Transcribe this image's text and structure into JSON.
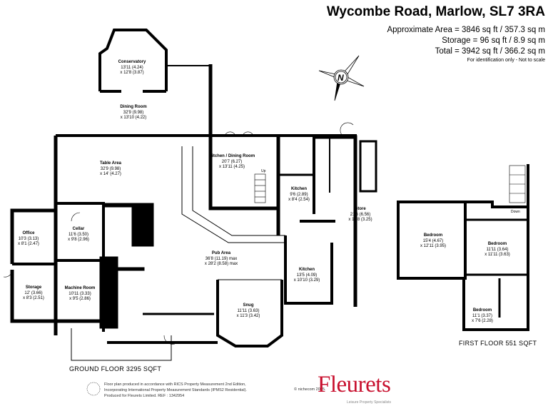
{
  "header": {
    "title": "Wycombe Road, Marlow, SL7 3RA",
    "approx_area": "Approximate Area = 3846 sq ft / 357.3 sq m",
    "storage": "Storage = 96 sq ft / 8.9 sq m",
    "total": "Total = 3942 sq ft / 366.2 sq m",
    "note": "For identification only - Not to scale"
  },
  "compass": {
    "label": "N"
  },
  "ground_floor": {
    "label": "GROUND FLOOR 3295 SQFT",
    "rooms": [
      {
        "name": "Conservatory",
        "dim1": "13'11 (4.24)",
        "dim2": "x 12'8 (3.87)"
      },
      {
        "name": "Dining Room",
        "dim1": "32'9 (9.98)",
        "dim2": "x 13'10 (4.22)"
      },
      {
        "name": "Table Area",
        "dim1": "32'9 (9.98)",
        "dim2": "x 14' (4.27)"
      },
      {
        "name": "Office",
        "dim1": "10'3 (3.13)",
        "dim2": "x 8'1 (2.47)"
      },
      {
        "name": "Cellar",
        "dim1": "11'6 (3.50)",
        "dim2": "x 9'8 (2.96)"
      },
      {
        "name": "Storage",
        "dim1": "12' (3.66)",
        "dim2": "x 8'3 (2.51)"
      },
      {
        "name": "Machine Room",
        "dim1": "10'11 (3.33)",
        "dim2": "x 9'5 (2.86)"
      },
      {
        "name": "Kitchen / Dining Room",
        "dim1": "20'7 (6.27)",
        "dim2": "x 13'11 (4.25)"
      },
      {
        "name": "Kitchen",
        "dim1": "9'6 (2.89)",
        "dim2": "x 8'4 (2.54)"
      },
      {
        "name": "Store",
        "dim1": "21'6 (6.56)",
        "dim2": "x 10'8 (3.25)"
      },
      {
        "name": "Pub Area",
        "dim1": "36'8 (11.19) max",
        "dim2": "x 28'2 (8.58) max"
      },
      {
        "name": "Kitchen",
        "dim1": "13'5 (4.09)",
        "dim2": "x 10'10 (3.29)"
      },
      {
        "name": "Snug",
        "dim1": "11'11 (3.63)",
        "dim2": "x 11'3 (3.42)"
      }
    ],
    "stairs_label": "Up"
  },
  "first_floor": {
    "label": "FIRST FLOOR 551 SQFT",
    "rooms": [
      {
        "name": "Bedroom",
        "dim1": "15'4 (4.67)",
        "dim2": "x 12'11 (3.95)"
      },
      {
        "name": "Bedroom",
        "dim1": "11'11 (3.64)",
        "dim2": "x 11'11 (3.63)"
      },
      {
        "name": "Bedroom",
        "dim1": "11'1 (3.37)",
        "dim2": "x 7'6 (2.28)"
      }
    ],
    "stairs_label": "Down"
  },
  "footer": {
    "line1": "Floor plan produced in accordance with RICS Property Measurement 2nd Edition,",
    "line2": "Incorporating International Property Measurement Standards (IPMS2 Residential).",
    "line3": "Produced for Fleurets Limited.   REF : 1342954",
    "copyright": "© nichecom 2025.",
    "brand": "Fleurets",
    "tagline": "Leisure Property Specialists"
  },
  "colors": {
    "brand": "#c8102e",
    "wall": "#000000"
  }
}
